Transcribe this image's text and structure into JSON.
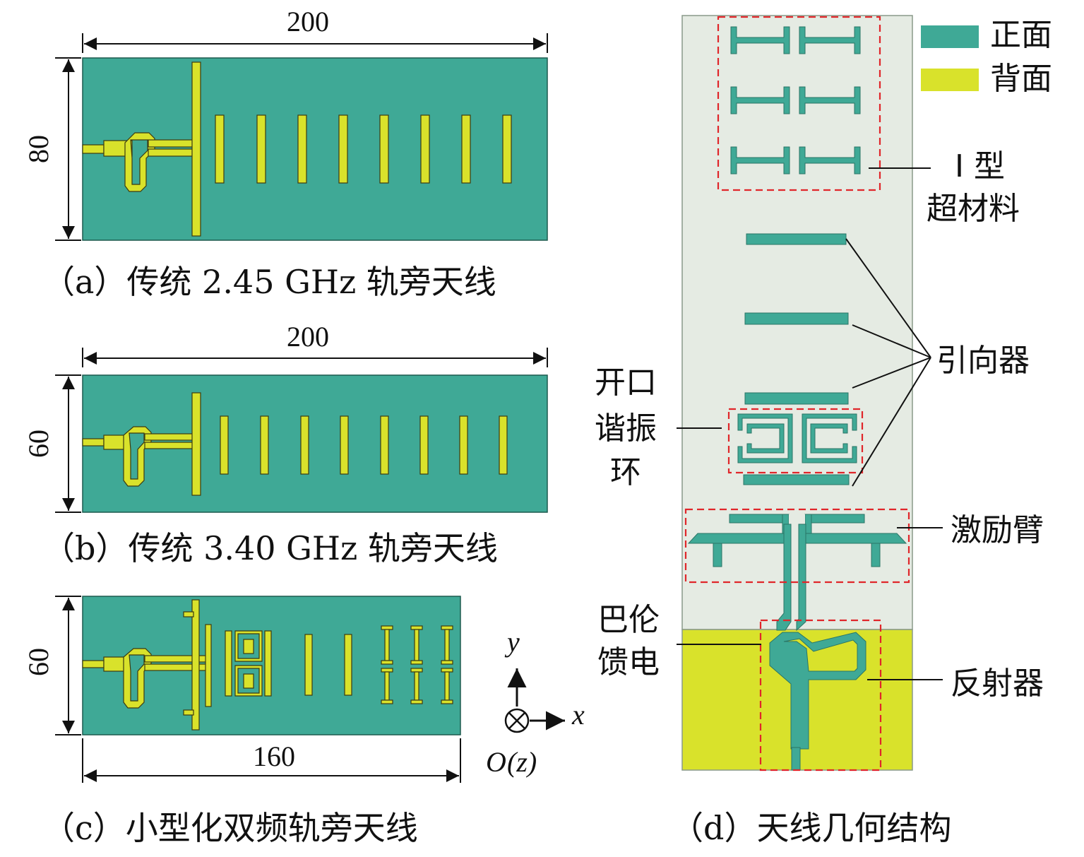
{
  "colors": {
    "front": "#3fa996",
    "back": "#d9e22b",
    "board_bg": "#e5ebe3",
    "dash": "#e0262a",
    "ink": "#111111"
  },
  "panel_a": {
    "dim_width": "200",
    "dim_height": "80",
    "caption": "（a）传统 2.45 GHz 轨旁天线"
  },
  "panel_b": {
    "dim_width": "200",
    "dim_height": "60",
    "caption": "（b）传统 3.40 GHz 轨旁天线"
  },
  "panel_c": {
    "dim_width": "160",
    "dim_height": "60",
    "caption": "（c）小型化双频轨旁天线"
  },
  "axes": {
    "y": "y",
    "x": "x",
    "origin": "O",
    "z": "(z)"
  },
  "panel_d": {
    "caption": "（d）天线几何结构",
    "legend": {
      "front": "正面",
      "back": "背面"
    },
    "labels": {
      "metamaterial_1": "I 型",
      "metamaterial_2": "超材料",
      "directors": "引向器",
      "srr_1": "开口",
      "srr_2": "谐振",
      "srr_3": "环",
      "driven_arm": "激励臂",
      "balun_1": "巴伦",
      "balun_2": "馈电",
      "reflector": "反射器"
    }
  }
}
